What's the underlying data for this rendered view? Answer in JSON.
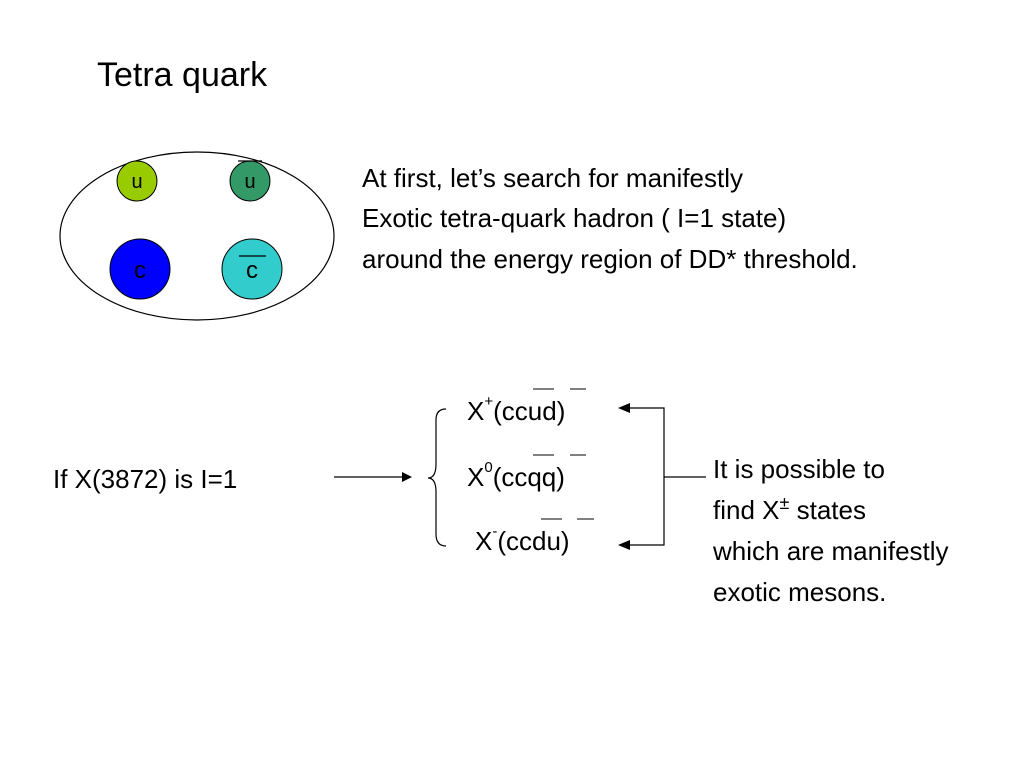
{
  "title": "Tetra quark",
  "quarks": [
    {
      "label": "u",
      "color": "#99cc00",
      "antiquark": false
    },
    {
      "label": "u",
      "color": "#339966",
      "antiquark": true
    },
    {
      "label": "c",
      "color": "#0000ff",
      "antiquark": false
    },
    {
      "label": "c",
      "color": "#33cccc",
      "antiquark": true
    }
  ],
  "description": [
    "At first, let’s search for manifestly",
    "Exotic tetra-quark hadron ( I=1 state)",
    "around the energy region of DD* threshold."
  ],
  "condition": "If X(3872) is I=1",
  "states": [
    {
      "base": "X",
      "charge": "+",
      "content": "(ccud)"
    },
    {
      "base": "X",
      "charge": "0",
      "content": "(ccqq)"
    },
    {
      "base": "X",
      "charge": "-",
      "content": "(ccdu)"
    }
  ],
  "note": [
    "It is possible to",
    "find X",
    "states",
    "which are manifestly",
    "exotic mesons."
  ],
  "note_symbol": "±"
}
